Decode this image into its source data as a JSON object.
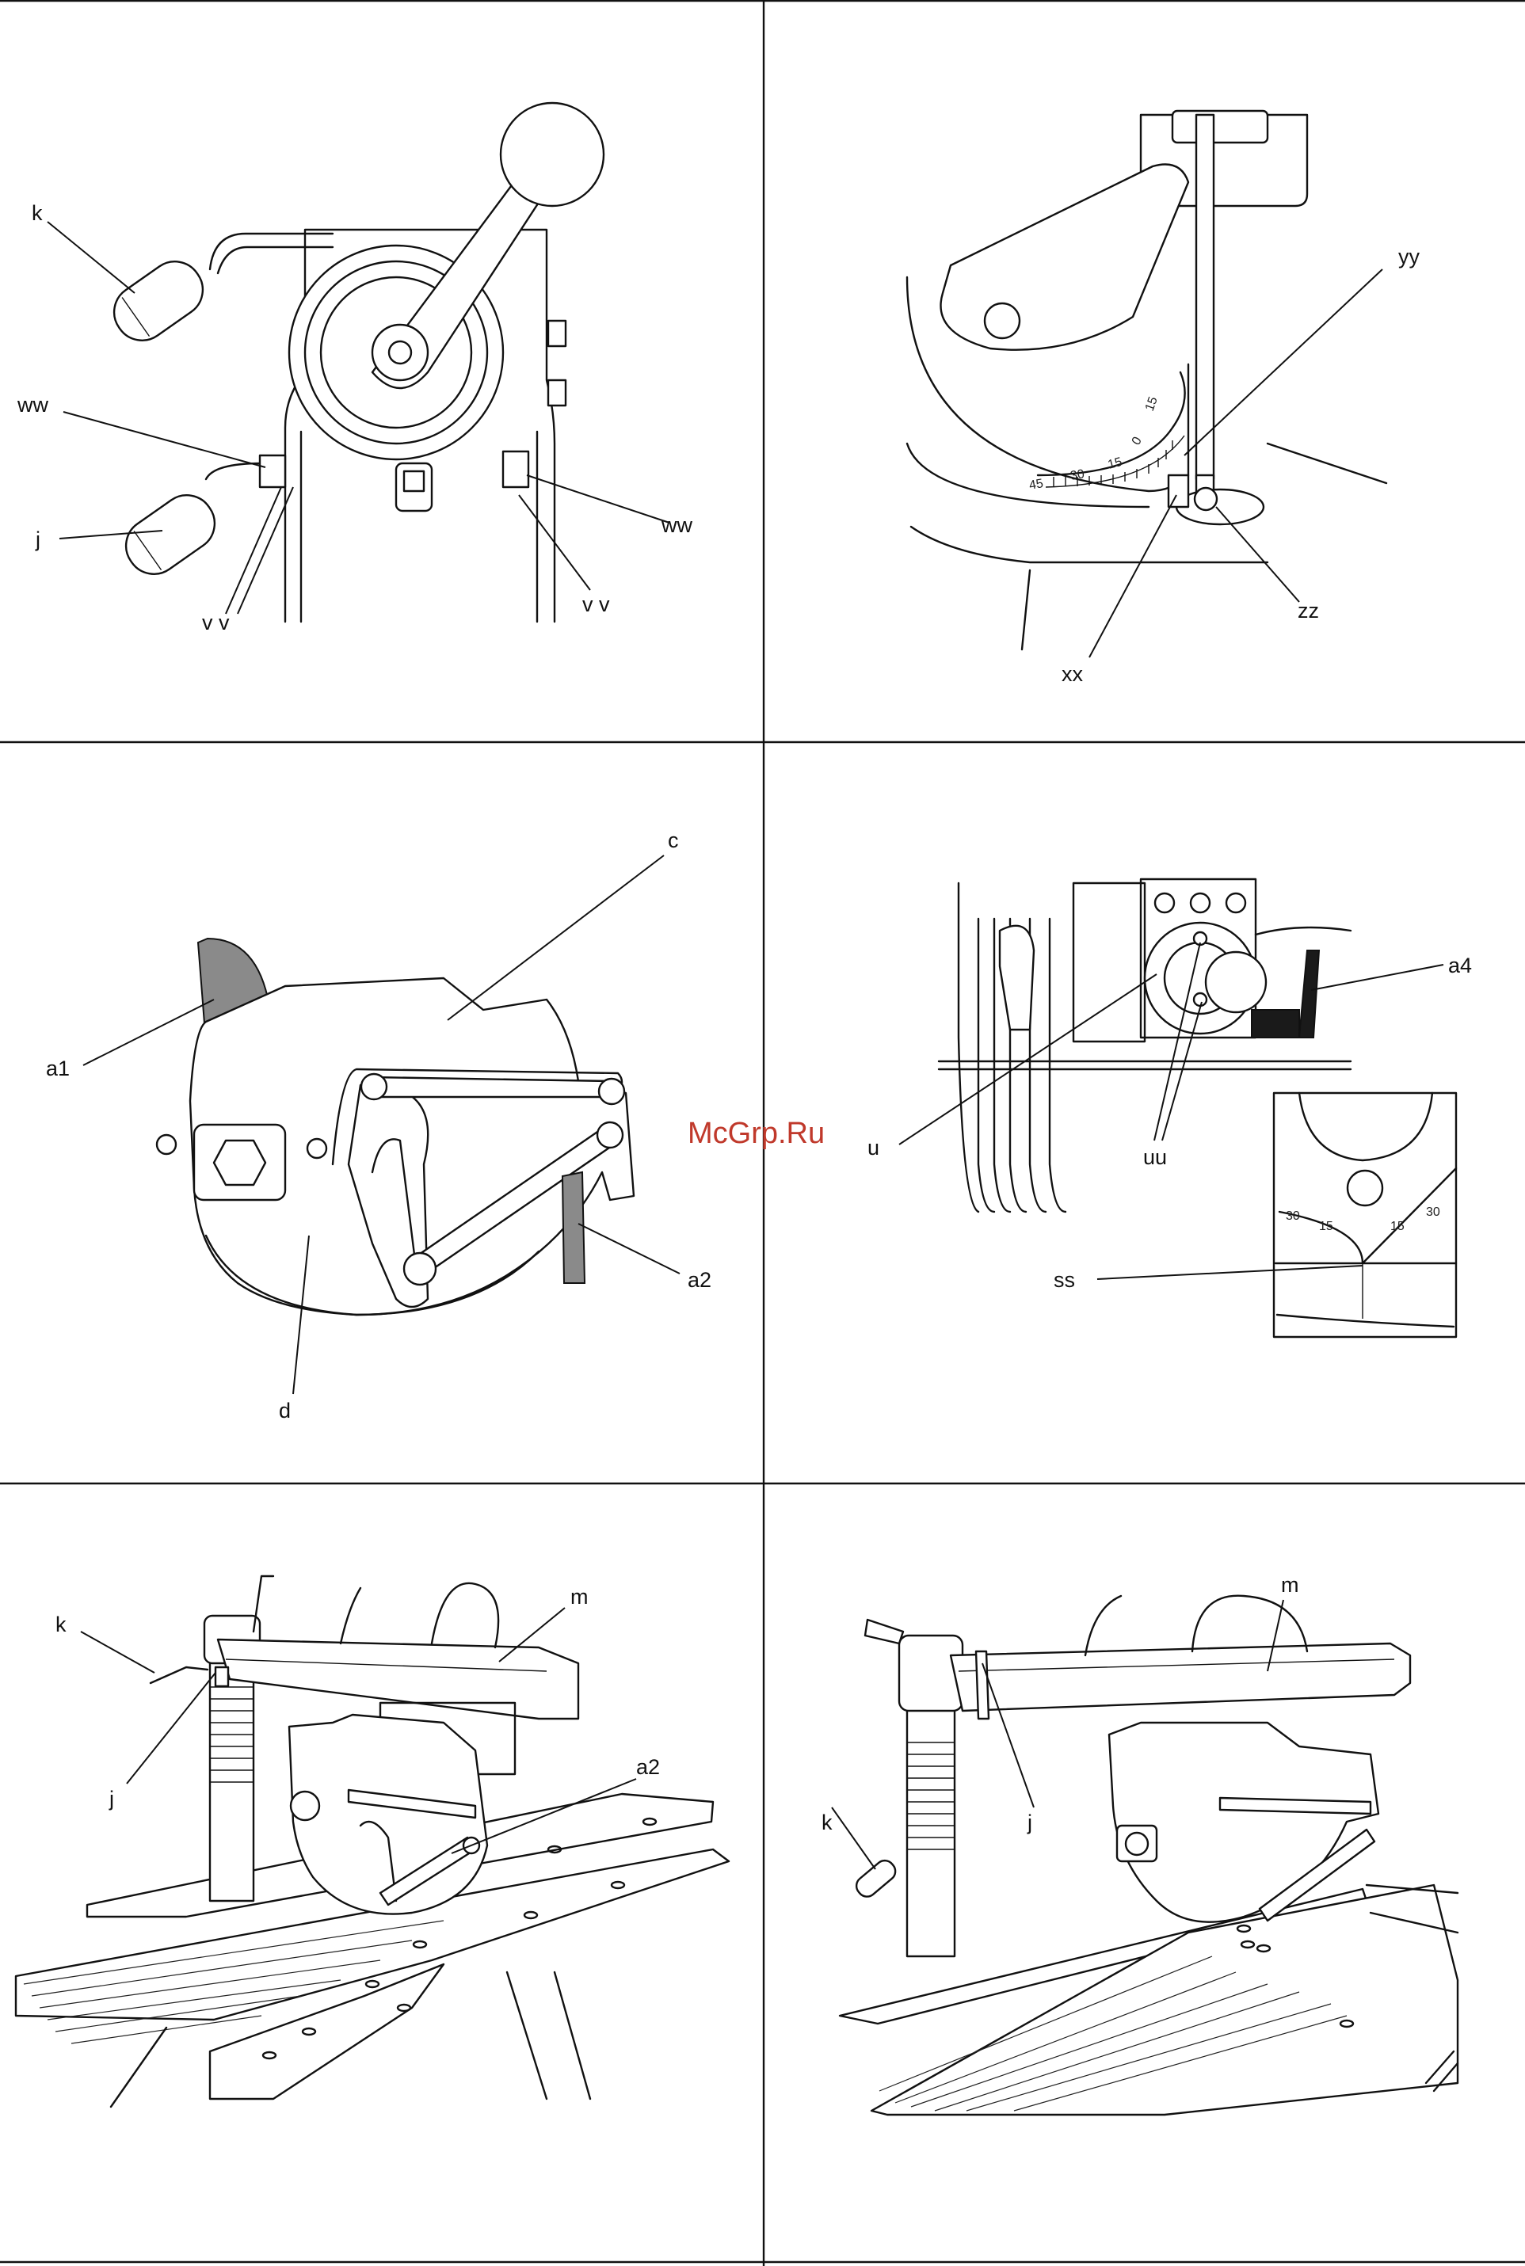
{
  "watermark": "McGrp.Ru",
  "panels": [
    {
      "id": "panel-1",
      "labels": [
        "k",
        "ww",
        "j",
        "v v",
        "v v",
        "ww"
      ]
    },
    {
      "id": "panel-2",
      "labels": [
        "yy",
        "zz",
        "xx"
      ],
      "scale_ticks": [
        "45",
        "30",
        "15",
        "0",
        "15"
      ]
    },
    {
      "id": "panel-3",
      "labels": [
        "c",
        "a1",
        "a2",
        "d"
      ]
    },
    {
      "id": "panel-4",
      "labels": [
        "a4",
        "u",
        "uu",
        "ss"
      ],
      "scale_ticks": [
        "30",
        "15",
        "15",
        "30"
      ]
    },
    {
      "id": "panel-5",
      "labels": [
        "m",
        "k",
        "a2",
        "j"
      ]
    },
    {
      "id": "panel-6",
      "labels": [
        "m",
        "k",
        "j"
      ]
    }
  ]
}
